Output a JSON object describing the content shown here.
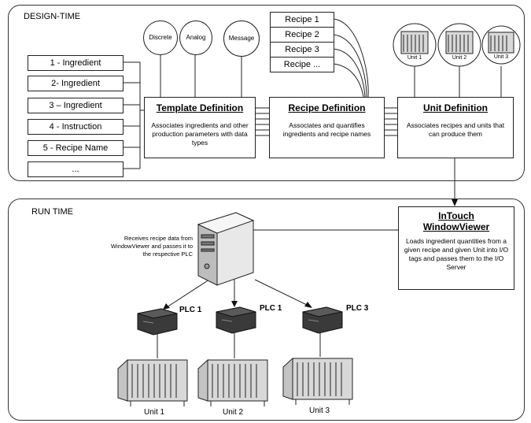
{
  "design_time": {
    "title": "DESIGN-TIME",
    "ingredients": [
      "1 - Ingredient",
      "2- Ingredient",
      "3 – Ingredient",
      "4 - Instruction",
      "5 - Recipe Name",
      "..."
    ],
    "data_types": [
      "Discrete",
      "Analog",
      "Message"
    ],
    "recipes": [
      "Recipe 1",
      "Recipe 2",
      "Recipe 3",
      "Recipe ..."
    ],
    "template": {
      "title": "Template Definition",
      "desc": "Associates ingredients and other production parameters with data types"
    },
    "recipe": {
      "title": "Recipe Definition",
      "desc": "Associates and quantifies ingredients and recipe names"
    },
    "unit": {
      "title": "Unit Definition",
      "desc": "Associates recipes and units that can produce them"
    },
    "units": [
      "Unit 1",
      "Unit 2",
      "Unit 3"
    ]
  },
  "run_time": {
    "title": "RUN TIME",
    "intouch": {
      "title_line1": "InTouch",
      "title_line2": "WindowViewer",
      "desc": "Loads ingredient quantities from a given recipe and given Unit into I/O tags and passes them to the I/O Server"
    },
    "server_note": "Receives recipe data from WindowViewer and passes it to the respective PLC",
    "plcs": [
      "PLC 1",
      "PLC 1",
      "PLC 3"
    ],
    "units": [
      "Unit 1",
      "Unit 2",
      "Unit 3"
    ]
  }
}
